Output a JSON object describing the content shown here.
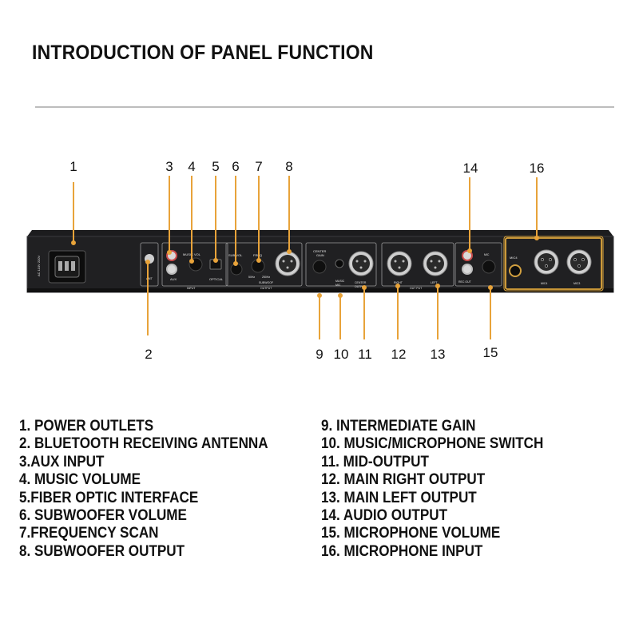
{
  "title": "INTRODUCTION OF PANEL FUNCTION",
  "callout_numbers": [
    "1",
    "2",
    "3",
    "4",
    "5",
    "6",
    "7",
    "8",
    "9",
    "10",
    "11",
    "12",
    "13",
    "14",
    "15",
    "16"
  ],
  "legend_left": [
    "1. POWER OUTLETS",
    "2. BLUETOOTH RECEIVING ANTENNA",
    "3.AUX INPUT",
    "4. MUSIC VOLUME",
    "5.FIBER OPTIC INTERFACE",
    "6. SUBWOOFER VOLUME",
    "7.FREQUENCY SCAN",
    "8. SUBWOOFER OUTPUT"
  ],
  "legend_right": [
    "9. INTERMEDIATE GAIN",
    "10. MUSIC/MICROPHONE SWITCH",
    "11. MID-OUTPUT",
    "12. MAIN RIGHT OUTPUT",
    "13. MAIN LEFT OUTPUT",
    "14. AUDIO OUTPUT",
    "15. MICROPHONE VOLUME",
    "16. MICROPHONE INPUT"
  ],
  "panel_labels": {
    "power_rating": "AC 110V 220V",
    "ant": "ANT",
    "music_vol": "MUSIC VOL",
    "aux": "AUX",
    "input": "INPUT",
    "optical": "OPTICAL",
    "sub_vol": "SUB VOL",
    "freq": "FREQ",
    "freq_low": "50Hz",
    "freq_high": "250Hz",
    "subwoof": "SUBWOOF",
    "output": "OUTPUT",
    "center_gain_1": "CENTER",
    "center_gain_2": "GAIN",
    "switch_music": "MUSIC",
    "switch_mic": "MIC",
    "center_out_1": "CENTER",
    "center_out_2": "OUTPUT",
    "right": "RIGHT",
    "left": "LEFT",
    "out_put": "OUT PUT",
    "rec_out": "REC OUT",
    "mic": "MIC",
    "mic4": "MIC4",
    "mic4_b": "MIC4",
    "mic3": "MIC3"
  },
  "colors": {
    "callout_line": "#e8a33a",
    "panel": "#1c1c1e",
    "panel_label": "#e6e6e6",
    "mic_box": "#e0a83d"
  }
}
